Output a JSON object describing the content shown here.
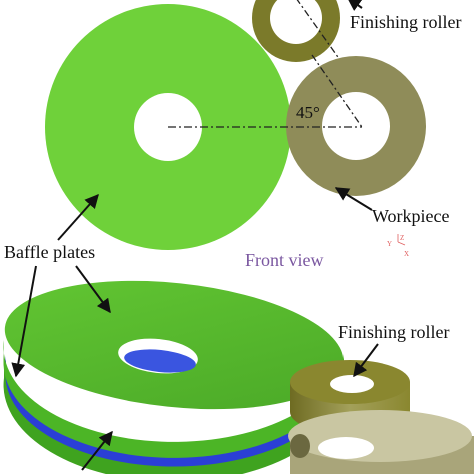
{
  "labels": {
    "finishing_roller_top": "Finishing roller",
    "angle": "45°",
    "workpiece": "Workpiece",
    "baffle_plates": "Baffle plates",
    "front_view": "Front view",
    "finishing_roller_bottom": "Finishing roller",
    "axis_y": "Y",
    "axis_z": "Z",
    "axis_x": "X"
  },
  "colors": {
    "baffle_green": "#6fd13a",
    "baffle_green_dark": "#3fa31f",
    "workpiece_olive": "#8f8c59",
    "roller_olive": "#7b7a2a",
    "blue_band": "#2b3fd6",
    "text_purple": "#7a57a0",
    "axis_red": "#e06060"
  }
}
